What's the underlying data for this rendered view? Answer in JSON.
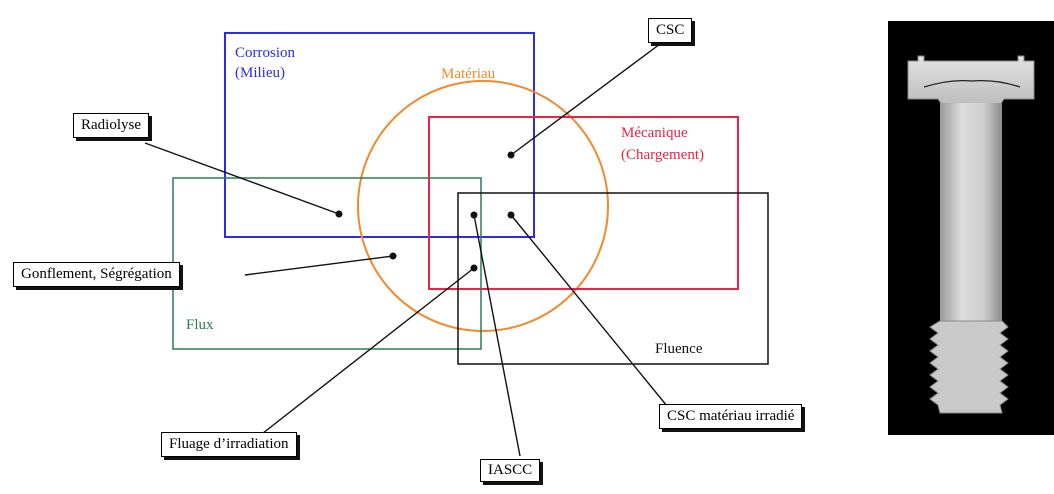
{
  "diagram": {
    "sets": {
      "corrosion": {
        "line1": "Corrosion",
        "line2": "(Milieu)",
        "color": "#2b2bf0"
      },
      "materiau": {
        "label": "Matériau",
        "color": "#f08a2a"
      },
      "mecanique": {
        "line1": "Mécanique",
        "line2": "(Chargement)",
        "color": "#ee2244"
      },
      "flux": {
        "label": "Flux",
        "color": "#2e7d4f"
      },
      "fluence": {
        "label": "Fluence",
        "color": "#111111"
      }
    },
    "callouts": {
      "csc": "CSC",
      "radiolyse": "Radiolyse",
      "gonflement": "Gonflement, Ségrégation",
      "fluage": "Fluage d’irradiation",
      "iascc": "IASCC",
      "csc_irradie": "CSC matériau irradié"
    }
  },
  "photo": {
    "subject": "irradiated-bolt-photo"
  }
}
